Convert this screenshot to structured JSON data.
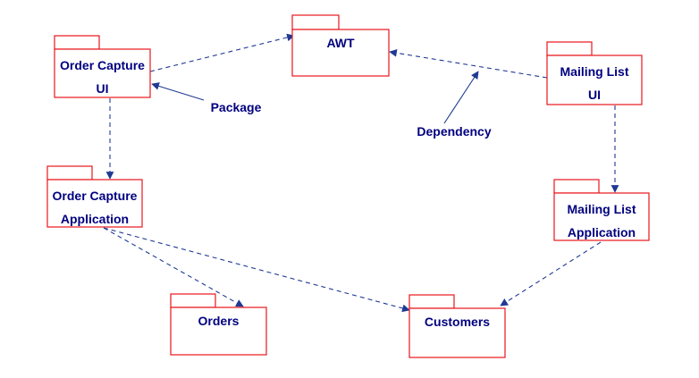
{
  "packages": {
    "awt": {
      "lines": [
        "AWT"
      ]
    },
    "order_capture_ui": {
      "lines": [
        "Order Capture",
        "UI"
      ]
    },
    "mailing_list_ui": {
      "lines": [
        "Mailing List",
        "UI"
      ]
    },
    "order_capture_app": {
      "lines": [
        "Order Capture",
        "Application"
      ]
    },
    "mailing_list_app": {
      "lines": [
        "Mailing List",
        "Application"
      ]
    },
    "orders": {
      "lines": [
        "Orders"
      ]
    },
    "customers": {
      "lines": [
        "Customers"
      ]
    }
  },
  "annotations": {
    "package": "Package",
    "dependency": "Dependency"
  },
  "dependencies": [
    {
      "from": "order_capture_ui",
      "to": "awt"
    },
    {
      "from": "mailing_list_ui",
      "to": "awt"
    },
    {
      "from": "order_capture_ui",
      "to": "order_capture_app"
    },
    {
      "from": "mailing_list_ui",
      "to": "mailing_list_app"
    },
    {
      "from": "order_capture_app",
      "to": "orders"
    },
    {
      "from": "order_capture_app",
      "to": "customers"
    },
    {
      "from": "mailing_list_app",
      "to": "customers"
    }
  ],
  "colors": {
    "package_border": "#e8161c",
    "text": "#000080",
    "arrow": "#1f3a93"
  }
}
